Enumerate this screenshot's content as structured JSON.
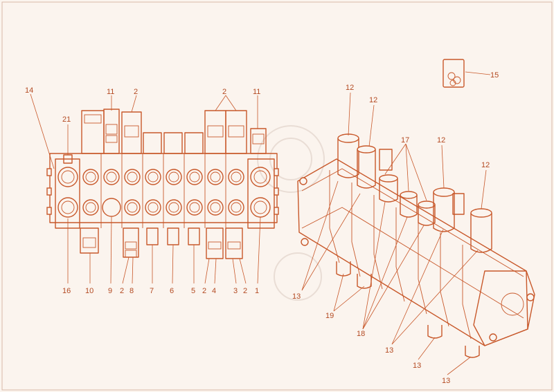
{
  "diagram": {
    "accent_color": "#c8582a",
    "background_color": "#fbf4ee",
    "callouts": {
      "c14": "14",
      "c21": "21",
      "c16": "16",
      "c11a": "11",
      "c2a": "2",
      "c2b": "2",
      "c11b": "11",
      "c10": "10",
      "c9": "9",
      "c2c": "2",
      "c8": "8",
      "c7": "7",
      "c6": "6",
      "c5": "5",
      "c2d": "2",
      "c4": "4",
      "c3": "3",
      "c2e": "2",
      "c1": "1",
      "c12a": "12",
      "c12b": "12",
      "c12c": "12",
      "c12d": "12",
      "c17": "17",
      "c15": "15",
      "c13a": "13",
      "c19": "19",
      "c18": "18",
      "c13b": "13",
      "c13c": "13",
      "c13d": "13"
    }
  }
}
